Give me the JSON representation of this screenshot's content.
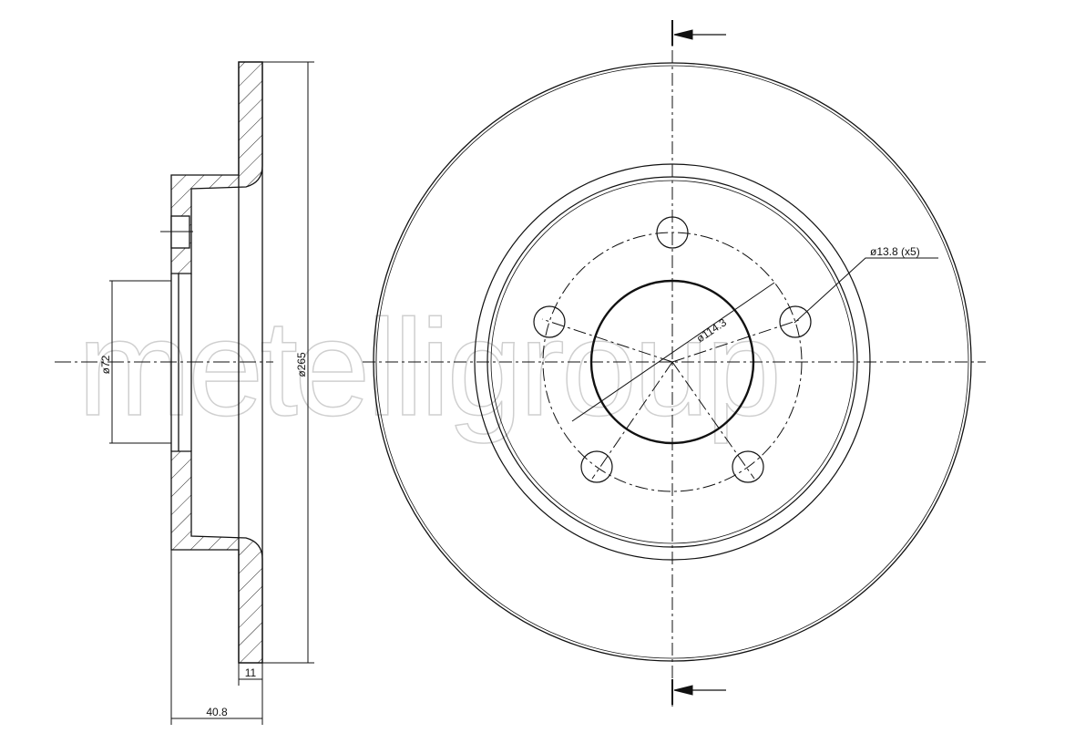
{
  "watermark": "metelligroup",
  "dimensions": {
    "hub_bore": "ø72",
    "outer_diameter": "ø265",
    "thickness": "11",
    "total_height": "40.8",
    "bolt_circle": "ø114.3",
    "bolt_holes": "ø13.8 (x5)"
  },
  "colors": {
    "line": "#111111",
    "watermark": "#cfcfcf"
  }
}
